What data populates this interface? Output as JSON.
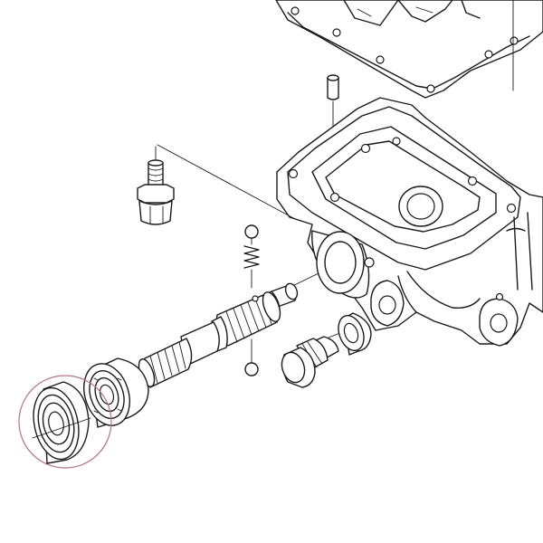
{
  "diagram": {
    "kind": "exploded-parts-view",
    "highlight_color": "#c0707a",
    "line_color": "#1a1a1a",
    "background": "#ffffff",
    "parts": [
      "housing-cover-plate",
      "dowel-pin",
      "gear-housing",
      "hex-bolt",
      "ball-and-spring",
      "splined-shaft",
      "inner-bearing",
      "highlighted-oil-seal",
      "washer",
      "drain-plug"
    ]
  }
}
